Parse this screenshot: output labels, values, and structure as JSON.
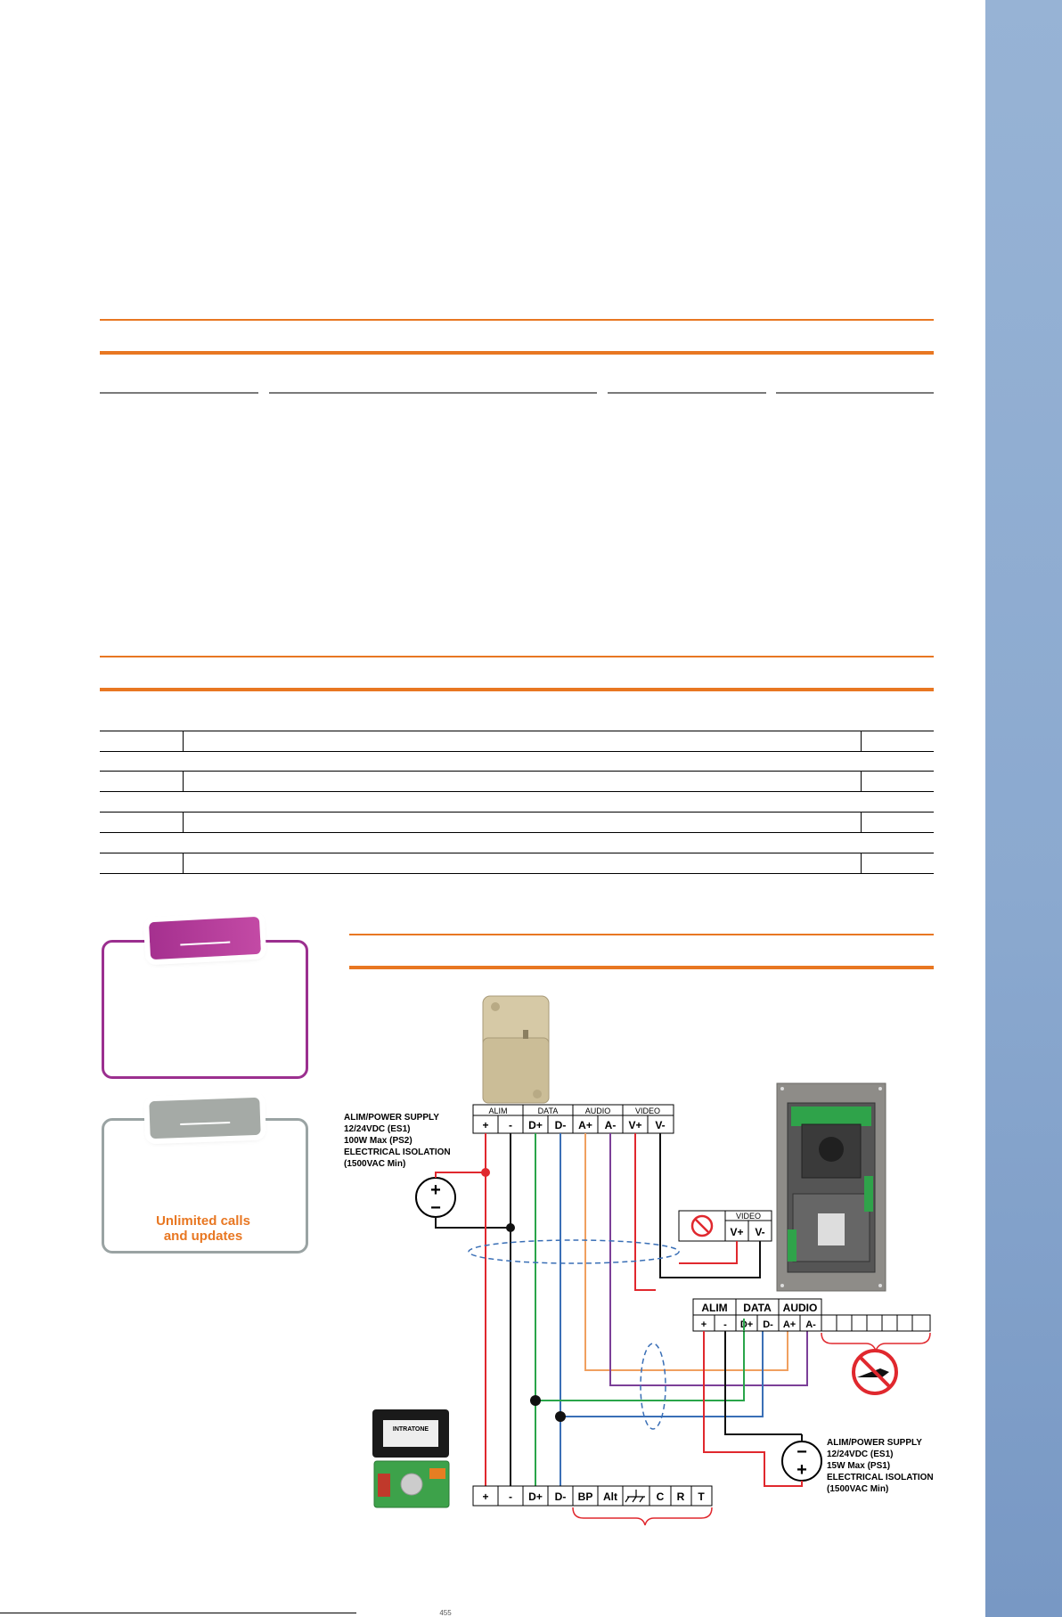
{
  "accent_color": "#e87722",
  "side_band_color": "#8ba9cf",
  "cards": {
    "support": {
      "line1": "Unlimited calls",
      "line2": "and updates",
      "color": "#9aa3a3"
    },
    "promo": {
      "color": "#9b2f8f"
    }
  },
  "diagram": {
    "reader": {
      "header_groups": [
        "ALIM",
        "DATA",
        "AUDIO",
        "VIDEO"
      ],
      "terminals": [
        "+",
        "-",
        "D+",
        "D-",
        "A+",
        "A-",
        "V+",
        "V-"
      ]
    },
    "psu_left": {
      "lines": [
        "ALIM/POWER SUPPLY",
        "12/24VDC (ES1)",
        "100W Max (PS2)",
        "ELECTRICAL ISOLATION",
        "(1500VAC Min)"
      ]
    },
    "video_box": {
      "title": "VIDEO",
      "terminals": [
        "V+",
        "V-"
      ]
    },
    "panel_terminals": {
      "header_groups": [
        "ALIM",
        "DATA",
        "AUDIO"
      ],
      "terminals": [
        "+",
        "-",
        "D+",
        "D-",
        "A+",
        "A-"
      ]
    },
    "psu_right": {
      "lines": [
        "ALIM/POWER SUPPLY",
        "12/24VDC (ES1)",
        "15W Max (PS1)",
        "ELECTRICAL ISOLATION",
        "(1500VAC Min)"
      ]
    },
    "controller_terminals": [
      "+",
      "-",
      "D+",
      "D-",
      "BP",
      "Alt",
      "",
      "C",
      "R",
      "T"
    ],
    "module_brand": "INTRATONE",
    "wire_colors": {
      "power_pos": "#e0282e",
      "power_neg": "#111111",
      "data_pos": "#2aa54a",
      "data_neg": "#3a6fb6",
      "audio_pos": "#f0a060",
      "audio_neg": "#7b3f98"
    }
  },
  "footer": {
    "page_number": "455"
  }
}
